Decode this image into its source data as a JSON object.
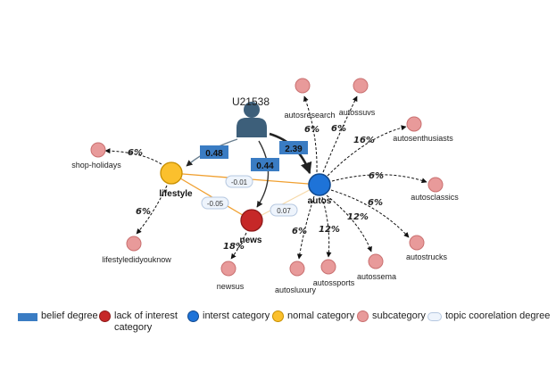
{
  "user": {
    "label": "U21538"
  },
  "beliefs": [
    {
      "target": "lifestyle",
      "value": "0.48"
    },
    {
      "target": "news",
      "value": "0.44"
    },
    {
      "target": "autos",
      "value": "2.39"
    }
  ],
  "categories": [
    {
      "id": "lifestyle",
      "label": "lifestyle",
      "kind": "normal",
      "color": "#fbc02d"
    },
    {
      "id": "news",
      "label": "news",
      "kind": "lack-of-interest",
      "color": "#c62828"
    },
    {
      "id": "autos",
      "label": "autos",
      "kind": "interest",
      "color": "#1e73d8"
    }
  ],
  "correlations": [
    {
      "between": [
        "lifestyle",
        "autos"
      ],
      "value": "-0.01"
    },
    {
      "between": [
        "lifestyle",
        "news"
      ],
      "value": "-0.05"
    },
    {
      "between": [
        "news",
        "autos"
      ],
      "value": "0.07"
    }
  ],
  "subcategories": [
    {
      "parent": "lifestyle",
      "label": "shop-holidays",
      "pct": "6%"
    },
    {
      "parent": "lifestyle",
      "label": "lifestyledidyouknow",
      "pct": "6%"
    },
    {
      "parent": "news",
      "label": "newsus",
      "pct": "18%"
    },
    {
      "parent": "autos",
      "label": "autosresearch",
      "pct": "6%"
    },
    {
      "parent": "autos",
      "label": "autossuvs",
      "pct": "6%"
    },
    {
      "parent": "autos",
      "label": "autosenthusiasts",
      "pct": "16%"
    },
    {
      "parent": "autos",
      "label": "autosclassics",
      "pct": "6%"
    },
    {
      "parent": "autos",
      "label": "autostrucks",
      "pct": "6%"
    },
    {
      "parent": "autos",
      "label": "autossema",
      "pct": "12%"
    },
    {
      "parent": "autos",
      "label": "autossports",
      "pct": "12%"
    },
    {
      "parent": "autos",
      "label": "autosluxury",
      "pct": "6%"
    }
  ],
  "colors": {
    "belief_box": "#3a7cc3",
    "subcategory": "#e89a9a",
    "subcategory_stroke": "#c97070",
    "user_icon": "#3d5f7a",
    "correlation_line": "#f0a030",
    "correlation_pill": "#eef4fc"
  },
  "legend": [
    {
      "swatch": "rect",
      "color": "#3a7cc3",
      "label": "belief degree"
    },
    {
      "swatch": "circle",
      "color": "#c62828",
      "label": "lack of interest category"
    },
    {
      "swatch": "circle",
      "color": "#1e73d8",
      "label": "interst category"
    },
    {
      "swatch": "circle",
      "color": "#fbc02d",
      "label": "nomal category"
    },
    {
      "swatch": "circle",
      "color": "#e89a9a",
      "label": "subcategory"
    },
    {
      "swatch": "pill",
      "color": "#eef4fc",
      "label": "topic coorelation degree"
    }
  ]
}
